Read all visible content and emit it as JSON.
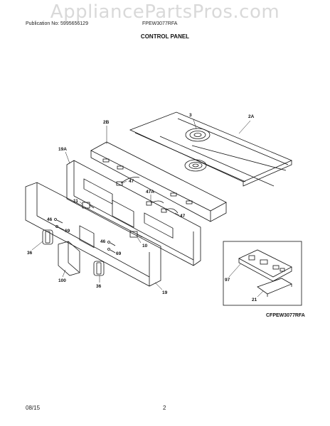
{
  "watermark": "AppliancePartsPros.com",
  "header": {
    "publication": "Publication No: 5995656129",
    "model": "FPEW3077RFA"
  },
  "title": "CONTROL PANEL",
  "diagram_ref": "CFPEW3077RFA",
  "parts": {
    "p3": "3",
    "p2A": "2A",
    "p2B": "2B",
    "p19A": "19A",
    "p47_top": "47",
    "p47A": "47A",
    "p47_low": "47",
    "p11": "11",
    "p46": "46",
    "p69_left": "69",
    "p46_mid": "46",
    "p69_mid": "69",
    "p10": "10",
    "p36_left": "36",
    "p100": "100",
    "p36_bottom": "36",
    "p19": "19",
    "p97": "97",
    "p21": "21"
  },
  "footer": {
    "date": "08/15",
    "page": "2"
  }
}
